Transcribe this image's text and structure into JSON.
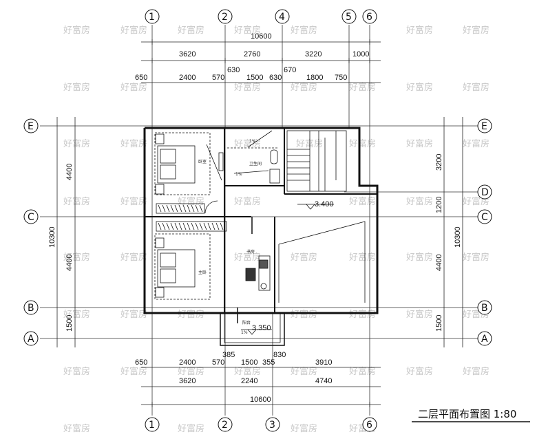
{
  "drawing": {
    "title": "二层平面布置图 1:80",
    "watermark": "好富房"
  },
  "axes": {
    "top": [
      "1",
      "2",
      "4",
      "5",
      "6"
    ],
    "bottom": [
      "1",
      "2",
      "3",
      "6"
    ],
    "left": [
      "E",
      "C",
      "B",
      "A"
    ],
    "right": [
      "E",
      "D",
      "C",
      "B",
      "A"
    ]
  },
  "dims_top": {
    "total": "10600",
    "row1": [
      "3620",
      "2760",
      "3220",
      "1000"
    ],
    "row2": [
      "650",
      "2400",
      "570",
      "630",
      "1500",
      "630",
      "670",
      "1800",
      "750"
    ]
  },
  "dims_bottom": {
    "row1": [
      "650",
      "2400",
      "570",
      "385",
      "1500",
      "355",
      "830",
      "3910"
    ],
    "row2": [
      "3620",
      "2240",
      "4740"
    ],
    "total": "10600"
  },
  "dims_left": {
    "total": "10300",
    "segments": [
      "4400",
      "4400",
      "1500"
    ]
  },
  "dims_right": {
    "total": "10300",
    "segments": [
      "3200",
      "1200",
      "4400",
      "1500"
    ]
  },
  "annotations": {
    "level_stair": "3.400",
    "level_balcony": "3.350",
    "slope_1": "1%",
    "slope_2": "1%",
    "slope_3": "1%",
    "room_bed1": "卧室",
    "room_bed2": "主卧",
    "room_bath": "卫生间",
    "room_study": "书房",
    "room_balcony": "阳台"
  }
}
